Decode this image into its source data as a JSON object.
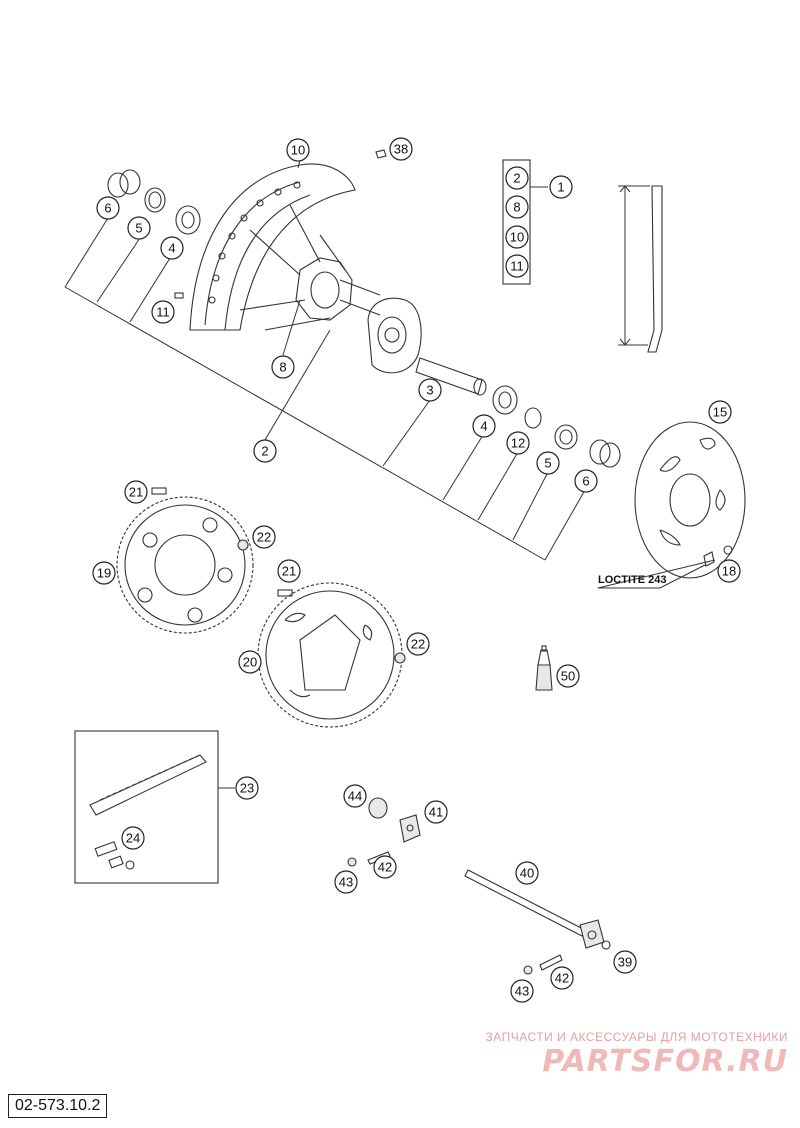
{
  "diagram": {
    "doc_code": "02-573.10.2",
    "loctite_note": "LOCTITE 243",
    "watermark": {
      "line1": "ЗАПЧАСТИ И АКСЕССУАРЫ ДЛЯ МОТОТЕХНИКИ",
      "brand": "PARTSFOR.RU"
    },
    "callouts": {
      "c1": "1",
      "c2a": "2",
      "c2b": "2",
      "c3": "3",
      "c4a": "4",
      "c4b": "4",
      "c5a": "5",
      "c5b": "5",
      "c6a": "6",
      "c6b": "6",
      "c8a": "8",
      "c8b": "8",
      "c10a": "10",
      "c10b": "10",
      "c11a": "11",
      "c11b": "11",
      "c12": "12",
      "c15": "15",
      "c18": "18",
      "c19": "19",
      "c20": "20",
      "c21a": "21",
      "c21b": "21",
      "c22a": "22",
      "c22b": "22",
      "c23": "23",
      "c24": "24",
      "c38": "38",
      "c39": "39",
      "c40": "40",
      "c41": "41",
      "c42a": "42",
      "c42b": "42",
      "c43a": "43",
      "c43b": "43",
      "c44": "44",
      "c50": "50"
    }
  }
}
